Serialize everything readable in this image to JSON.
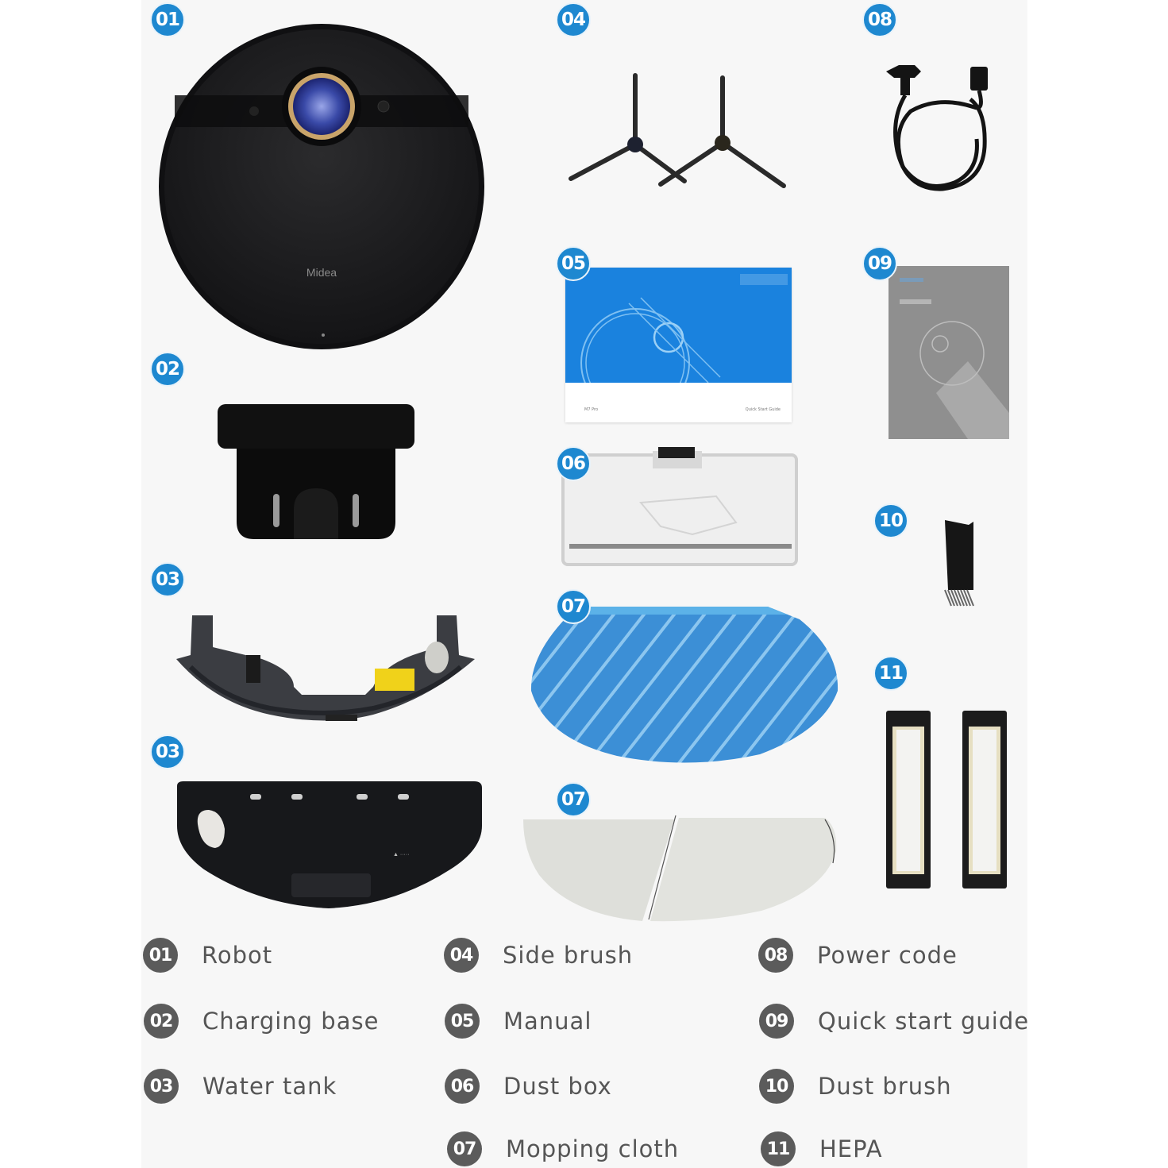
{
  "colors": {
    "badge_blue": "#1e88d0",
    "legend_badge_gray": "#5b5b5b",
    "panel_bg": "#f7f7f7",
    "label_text": "#555555"
  },
  "badges": {
    "robot": "01",
    "charging_base": "02",
    "water_tank_top": "03",
    "water_tank_bottom": "03",
    "side_brush": "04",
    "manual": "05",
    "dust_box": "06",
    "mop_blue": "07",
    "mop_white": "07",
    "power_cord": "08",
    "quick_guide": "09",
    "dust_brush": "10",
    "hepa": "11"
  },
  "robot": {
    "brand_logo": "Midea"
  },
  "manual_cover": {
    "model": "M7 Pro",
    "title": "Quick Start Guide"
  },
  "legend": {
    "items": [
      {
        "num": "01",
        "label": "Robot"
      },
      {
        "num": "02",
        "label": "Charging base"
      },
      {
        "num": "03",
        "label": "Water tank"
      },
      {
        "num": "04",
        "label": "Side brush"
      },
      {
        "num": "05",
        "label": "Manual"
      },
      {
        "num": "06",
        "label": "Dust box"
      },
      {
        "num": "07",
        "label": "Mopping cloth"
      },
      {
        "num": "08",
        "label": "Power code"
      },
      {
        "num": "09",
        "label": "Quick start guide"
      },
      {
        "num": "10",
        "label": "Dust brush"
      },
      {
        "num": "11",
        "label": "HEPA"
      }
    ]
  }
}
